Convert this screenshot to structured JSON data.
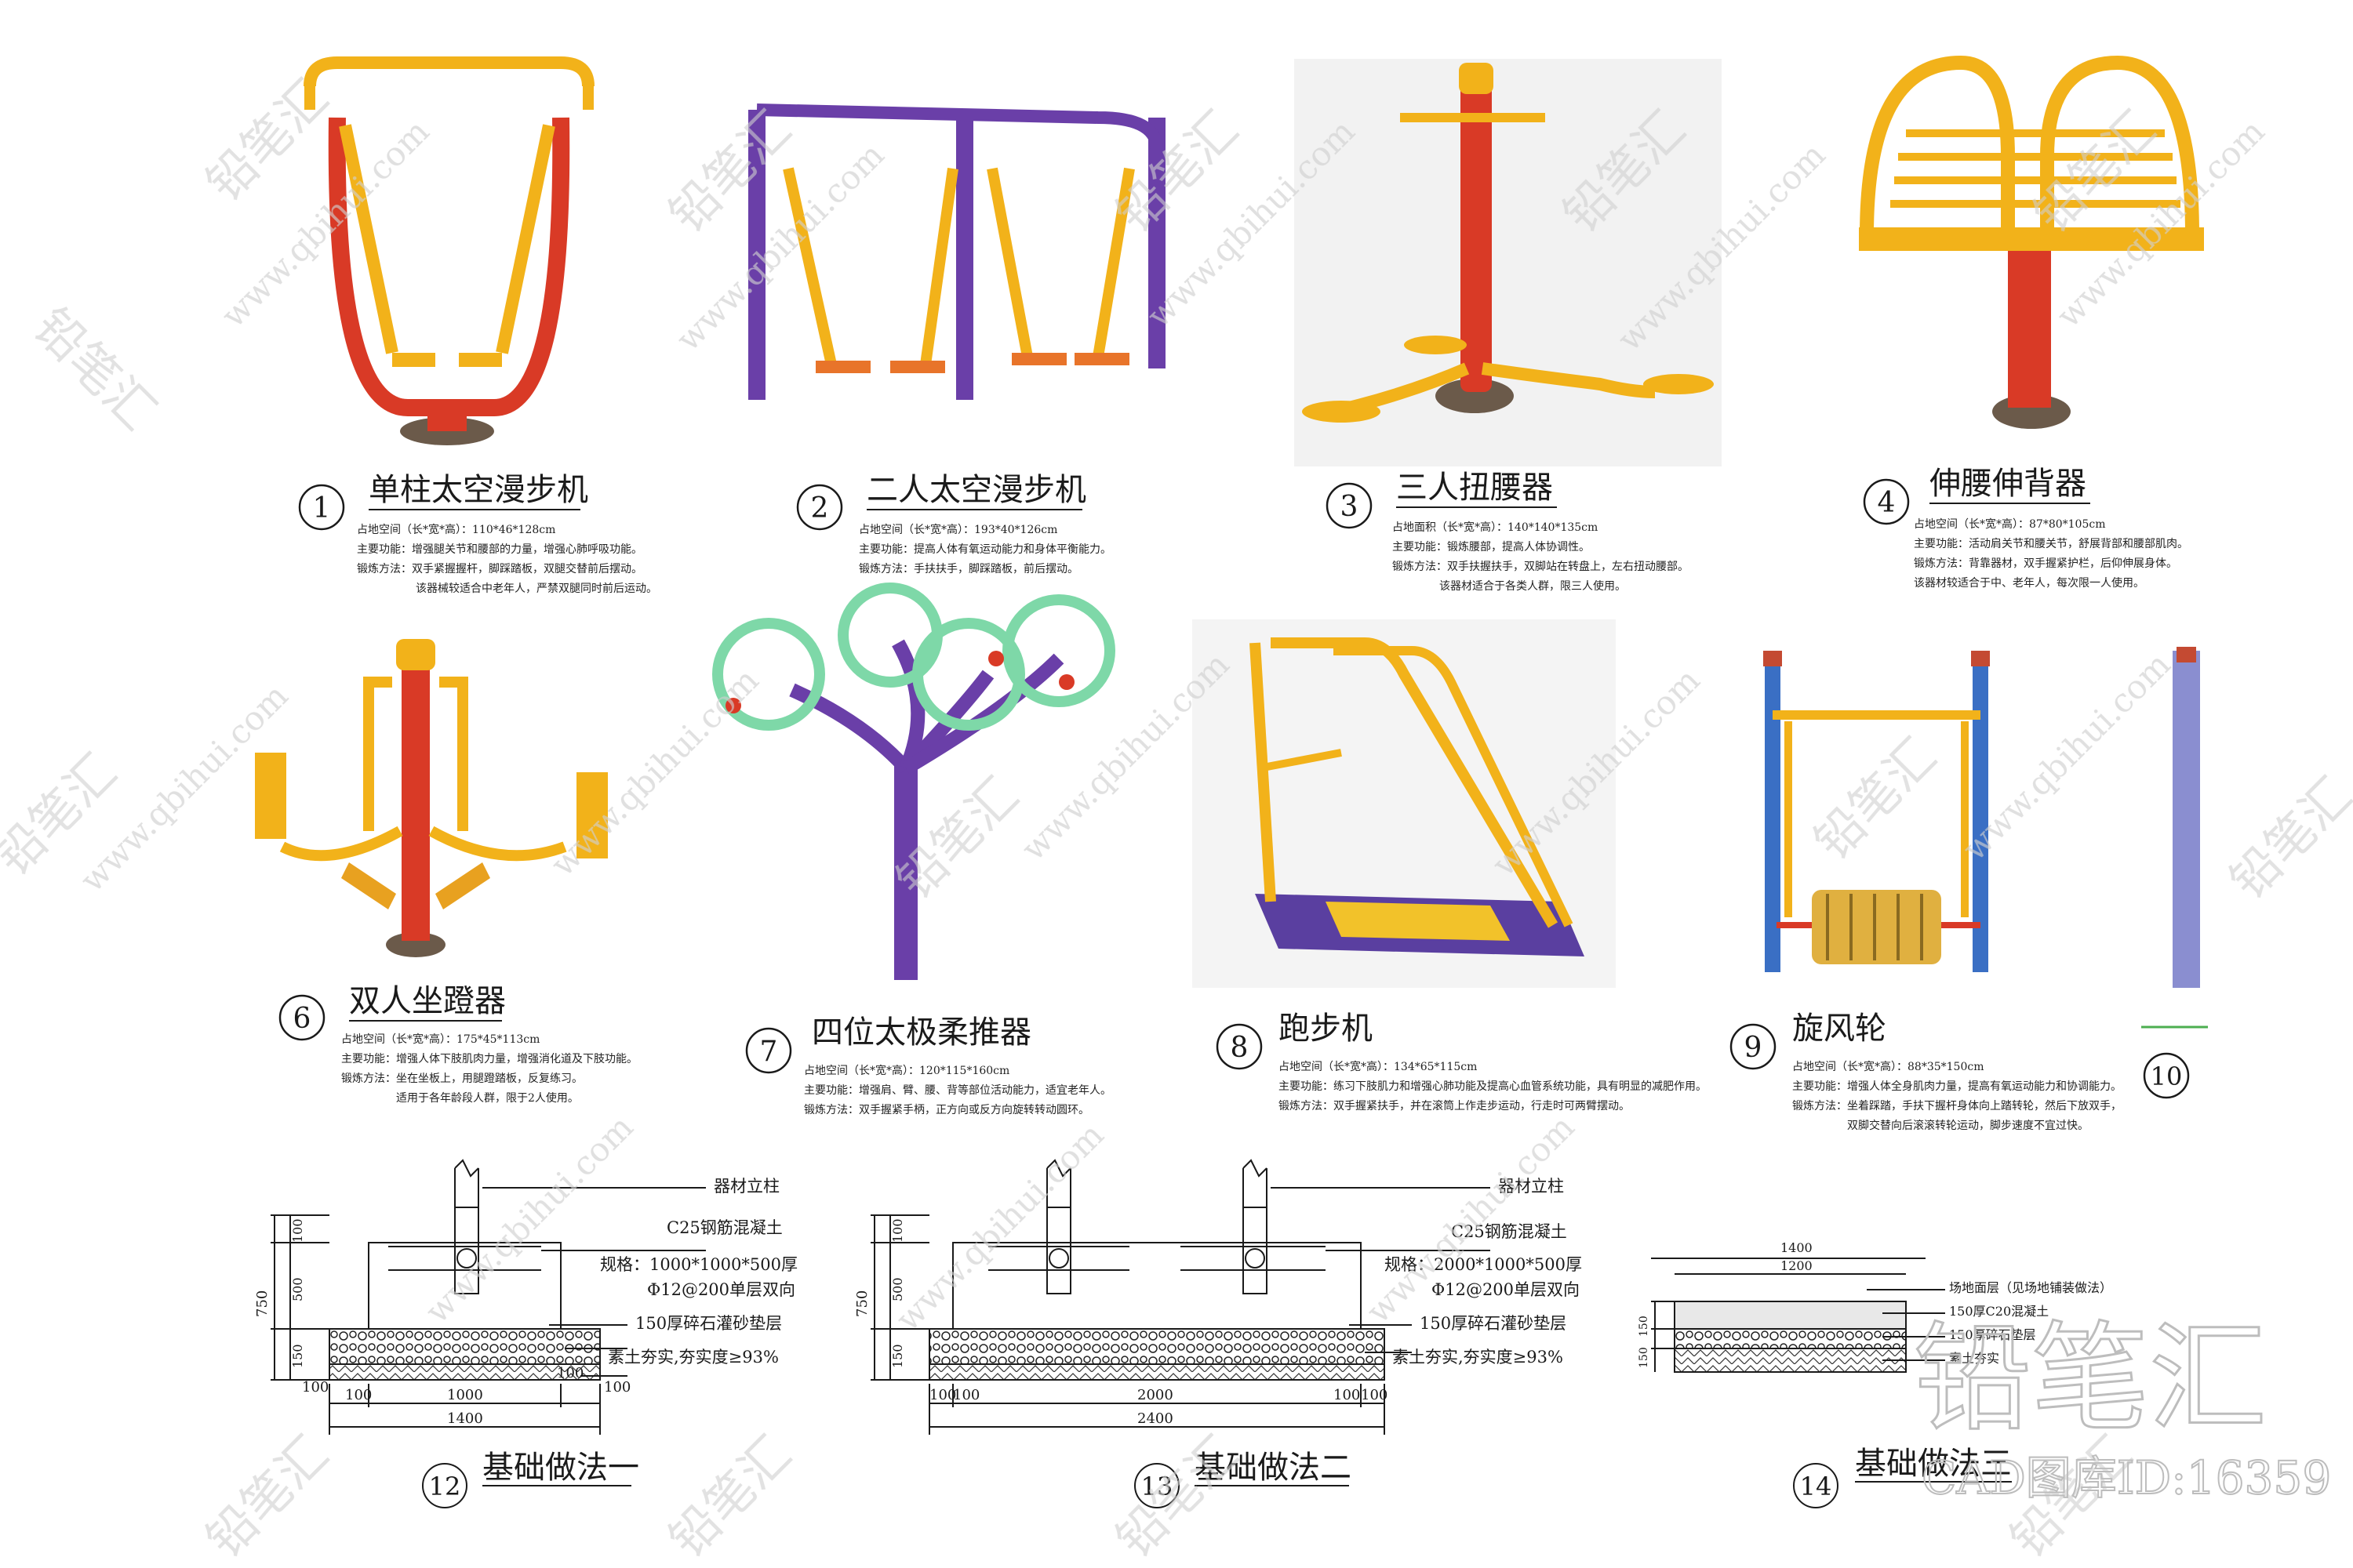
{
  "equipment": [
    {
      "number": "1",
      "title": "单柱太空漫步机",
      "lines": [
        "占地空间（长*宽*高）：110*46*128cm",
        "主要功能：增强腿关节和腰部的力量，增强心肺呼吸功能。",
        "锻炼方法：双手紧握握杆，脚踩踏板，双腿交替前后摆动。",
        "该器械较适合中老年人，严禁双腿同时前后运动。"
      ]
    },
    {
      "number": "2",
      "title": "二人太空漫步机",
      "lines": [
        "占地空间（长*宽*高）：193*40*126cm",
        "主要功能：提高人体有氧运动能力和身体平衡能力。",
        "锻炼方法：手扶扶手，脚踩踏板，前后摆动。"
      ]
    },
    {
      "number": "3",
      "title": "三人扭腰器",
      "lines": [
        "占地面积（长*宽*高）：140*140*135cm",
        "主要功能：锻炼腰部，提高人体协调性。",
        "锻炼方法：双手扶握扶手，双脚站在转盘上，左右扭动腰部。",
        "该器材适合于各类人群，限三人使用。"
      ]
    },
    {
      "number": "4",
      "title": "伸腰伸背器",
      "lines": [
        "占地空间（长*宽*高）：87*80*105cm",
        "主要功能：活动肩关节和腰关节，舒展背部和腰部肌肉。",
        "锻炼方法：背靠器材，双手握紧护栏，后仰伸展身体。",
        "该器材较适合于中、老年人，每次限一人使用。"
      ]
    },
    {
      "number": "6",
      "title": "双人坐蹬器",
      "lines": [
        "占地空间（长*宽*高）：175*45*113cm",
        "主要功能：增强人体下肢肌肉力量，增强消化道及下肢功能。",
        "锻炼方法：坐在坐板上，用腿蹬踏板，反复练习。",
        "适用于各年龄段人群，限于2人使用。"
      ]
    },
    {
      "number": "7",
      "title": "四位太极柔推器",
      "lines": [
        "占地空间（长*宽*高）：120*115*160cm",
        "主要功能：增强肩、臂、腰、背等部位活动能力，适宜老年人。",
        "锻炼方法：双手握紧手柄，正方向或反方向旋转转动圆环。"
      ]
    },
    {
      "number": "8",
      "title": "跑步机",
      "lines": [
        "占地空间（长*宽*高）：134*65*115cm",
        "主要功能：练习下肢肌力和增强心肺功能及提高心血管系统功能，具有明显的减肥作用。",
        "锻炼方法：双手握紧扶手，并在滚筒上作走步运动，行走时可两臂摆动。"
      ]
    },
    {
      "number": "9",
      "title": "旋风轮",
      "lines": [
        "占地空间（长*宽*高）：88*35*150cm",
        "主要功能：增强人体全身肌肉力量，提高有氧运动能力和协调能力。",
        "锻炼方法：坐着踩踏，手扶下握杆身体向上踏转轮，然后下放双手，",
        "双脚交替向后滚滚转轮运动，脚步速度不宜过快。"
      ]
    },
    {
      "number": "10",
      "title": "",
      "lines": []
    }
  ],
  "foundation_1": {
    "number": "12",
    "title": "基础做法一",
    "labels": [
      "器材立柱",
      "C25钢筋混凝土",
      "规格：1000*1000*500厚",
      "Φ12@200单层双向",
      "150厚碎石灌砂垫层",
      "素土夯实,夯实度≥93%"
    ],
    "dims": {
      "h_total": "750",
      "h_top": "100",
      "h_mid": "500",
      "h_bot": "150",
      "w_total": "1400",
      "w_mid": "1000",
      "w_side": "100"
    }
  },
  "foundation_2": {
    "number": "13",
    "title": "基础做法二",
    "labels": [
      "器材立柱",
      "C25钢筋混凝土",
      "规格：2000*1000*500厚",
      "Φ12@200单层双向",
      "150厚碎石灌砂垫层",
      "素土夯实,夯实度≥93%"
    ],
    "dims": {
      "h_total": "750",
      "h_top": "100",
      "h_mid": "500",
      "h_bot": "150",
      "w_total": "2400",
      "w_mid": "2000",
      "w_side": "100"
    }
  },
  "foundation_3": {
    "number": "14",
    "title": "基础做法三",
    "labels": [
      "场地面层（见场地铺装做法）",
      "150厚C20混凝土",
      "150厚碎石垫层",
      "素土夯实"
    ],
    "dims": {
      "w_total": "1400",
      "w_mid": "1200",
      "h_a": "150",
      "h_b": "150"
    }
  },
  "watermark": {
    "text": "www.qbihui.com",
    "brand": "铅笔汇",
    "cad_id": "CAD图库ID:16359"
  },
  "colors": {
    "red": "#d93a26",
    "orange": "#e8742a",
    "yellow": "#f2b21a",
    "purple": "#6a3fa8",
    "blue": "#3a6fc4",
    "green": "#7ed8a8",
    "line": "#1a1a1a",
    "watermark": "#c9c9c9"
  }
}
